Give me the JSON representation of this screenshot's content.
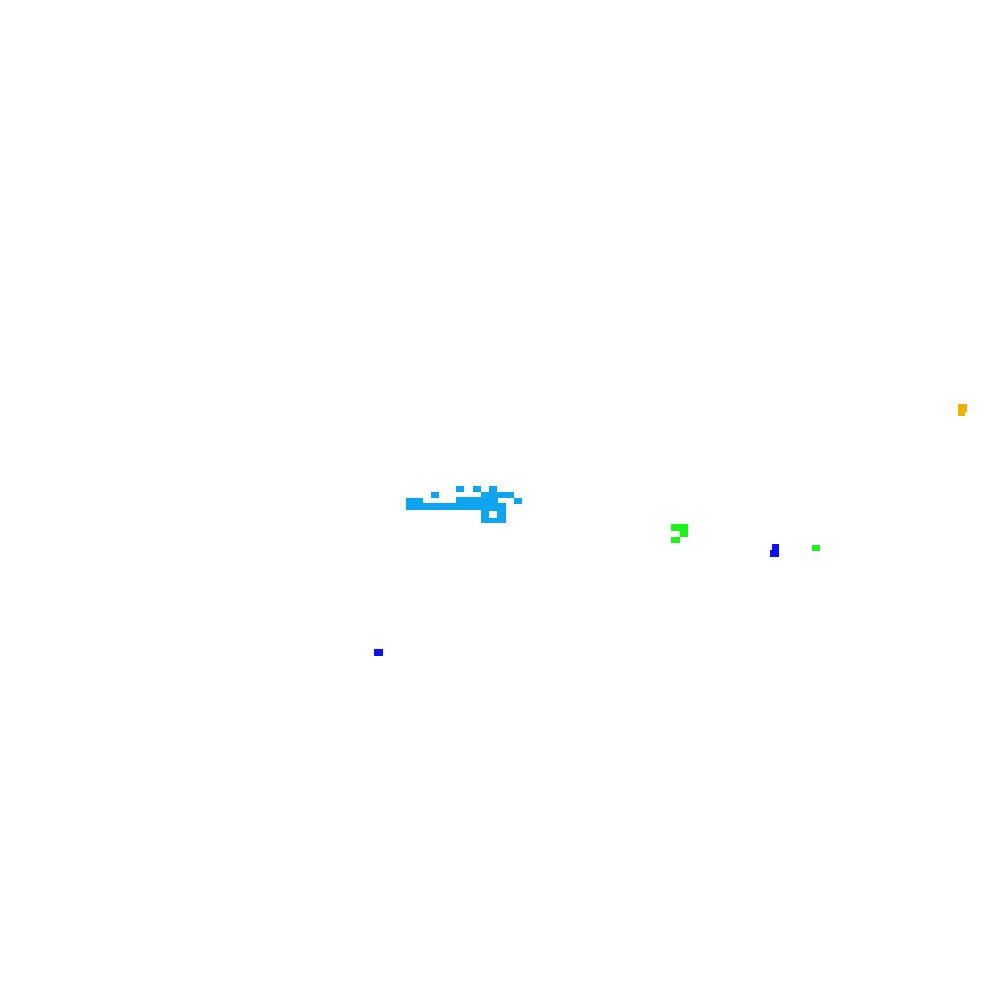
{
  "canvas": {
    "background": "#ffffff"
  },
  "palette": {
    "sky_blue": "#0ea5f0",
    "blue": "#1010ee",
    "green": "#19f419",
    "gold": "#e8b400"
  },
  "markers": [
    {
      "name": "sky-blue-pixel-cluster",
      "color_key": "sky_blue"
    },
    {
      "name": "green-pixel-cluster",
      "color_key": "green"
    },
    {
      "name": "blue-pixel-marker",
      "color_key": "blue"
    },
    {
      "name": "small-green-pixel-marker",
      "color_key": "green"
    },
    {
      "name": "small-blue-pixel-marker",
      "color_key": "blue"
    },
    {
      "name": "gold-pixel-marker",
      "color_key": "gold"
    }
  ]
}
